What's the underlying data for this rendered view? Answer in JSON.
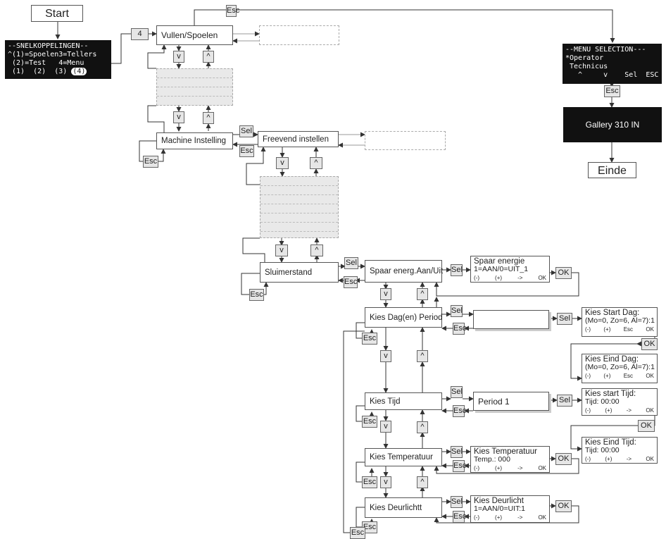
{
  "start": "Start",
  "einde": "Einde",
  "lcd_snel": {
    "title": "--SNELKOPPELINGEN--",
    "line1": "^(1)=Spoelen3=Tellers",
    "line2": " (2)=Test   4=Menu",
    "line3": " (1)  (2)  (3)",
    "sel": "(4)"
  },
  "lcd_menu": {
    "title": "--MENU SELECTION---",
    "line1": "*Operator",
    "line2": " Technicus",
    "line3": "   ^     v    Sel  ESC"
  },
  "gallery": "Gallery 310 IN",
  "menu": {
    "vullen": "Vullen/Spoelen",
    "machine": "Machine Instelling",
    "freevend": "Freevend instellen",
    "sluimer": "Sluimerstand",
    "spaar": "Spaar energ.Aan/Uit",
    "dag": "Kies Dag(en) Period",
    "tijd": "Kies Tijd",
    "temp": "Kies Temperatuur",
    "deur": "Kies Deurlichtt",
    "period": "Period 1"
  },
  "keys": {
    "esc": "Esc",
    "sel": "Sel",
    "down": "v",
    "up": "^",
    "ok": "OK",
    "four": "4"
  },
  "screens": {
    "spaar": {
      "title": "Spaar energie",
      "value": "1=AAN/0=UIT_1",
      "keys": [
        "(-)",
        "(+)",
        "->",
        "OK"
      ]
    },
    "start_dag": {
      "title": "Kies Start Dag:",
      "value": "(Mo=0, Zo=6, Al=7):1",
      "keys": [
        "(-)",
        "(+)",
        "Esc",
        "OK"
      ]
    },
    "eind_dag": {
      "title": "Kies Eind Dag:",
      "value": "(Mo=0, Zo=6, Al=7):1",
      "keys": [
        "(-)",
        "(+)",
        "Esc",
        "OK"
      ]
    },
    "start_tijd": {
      "title": "Kies start Tijd:",
      "value": "Tijd: 00:00",
      "keys": [
        "(-)",
        "(+)",
        "->",
        "OK"
      ]
    },
    "eind_tijd": {
      "title": "Kies Eind Tijd:",
      "value": "Tijd: 00:00",
      "keys": [
        "(-)",
        "(+)",
        "->",
        "OK"
      ]
    },
    "temp": {
      "title": "Kies Temperatuur",
      "value": "Temp.: 000",
      "keys": [
        "(-)",
        "(+)",
        "->",
        "OK"
      ]
    },
    "deur": {
      "title": "Kies Deurlicht",
      "value": "1=AAN/0=UIT:1",
      "keys": [
        "(-)",
        "(+)",
        "->",
        "OK"
      ]
    }
  }
}
